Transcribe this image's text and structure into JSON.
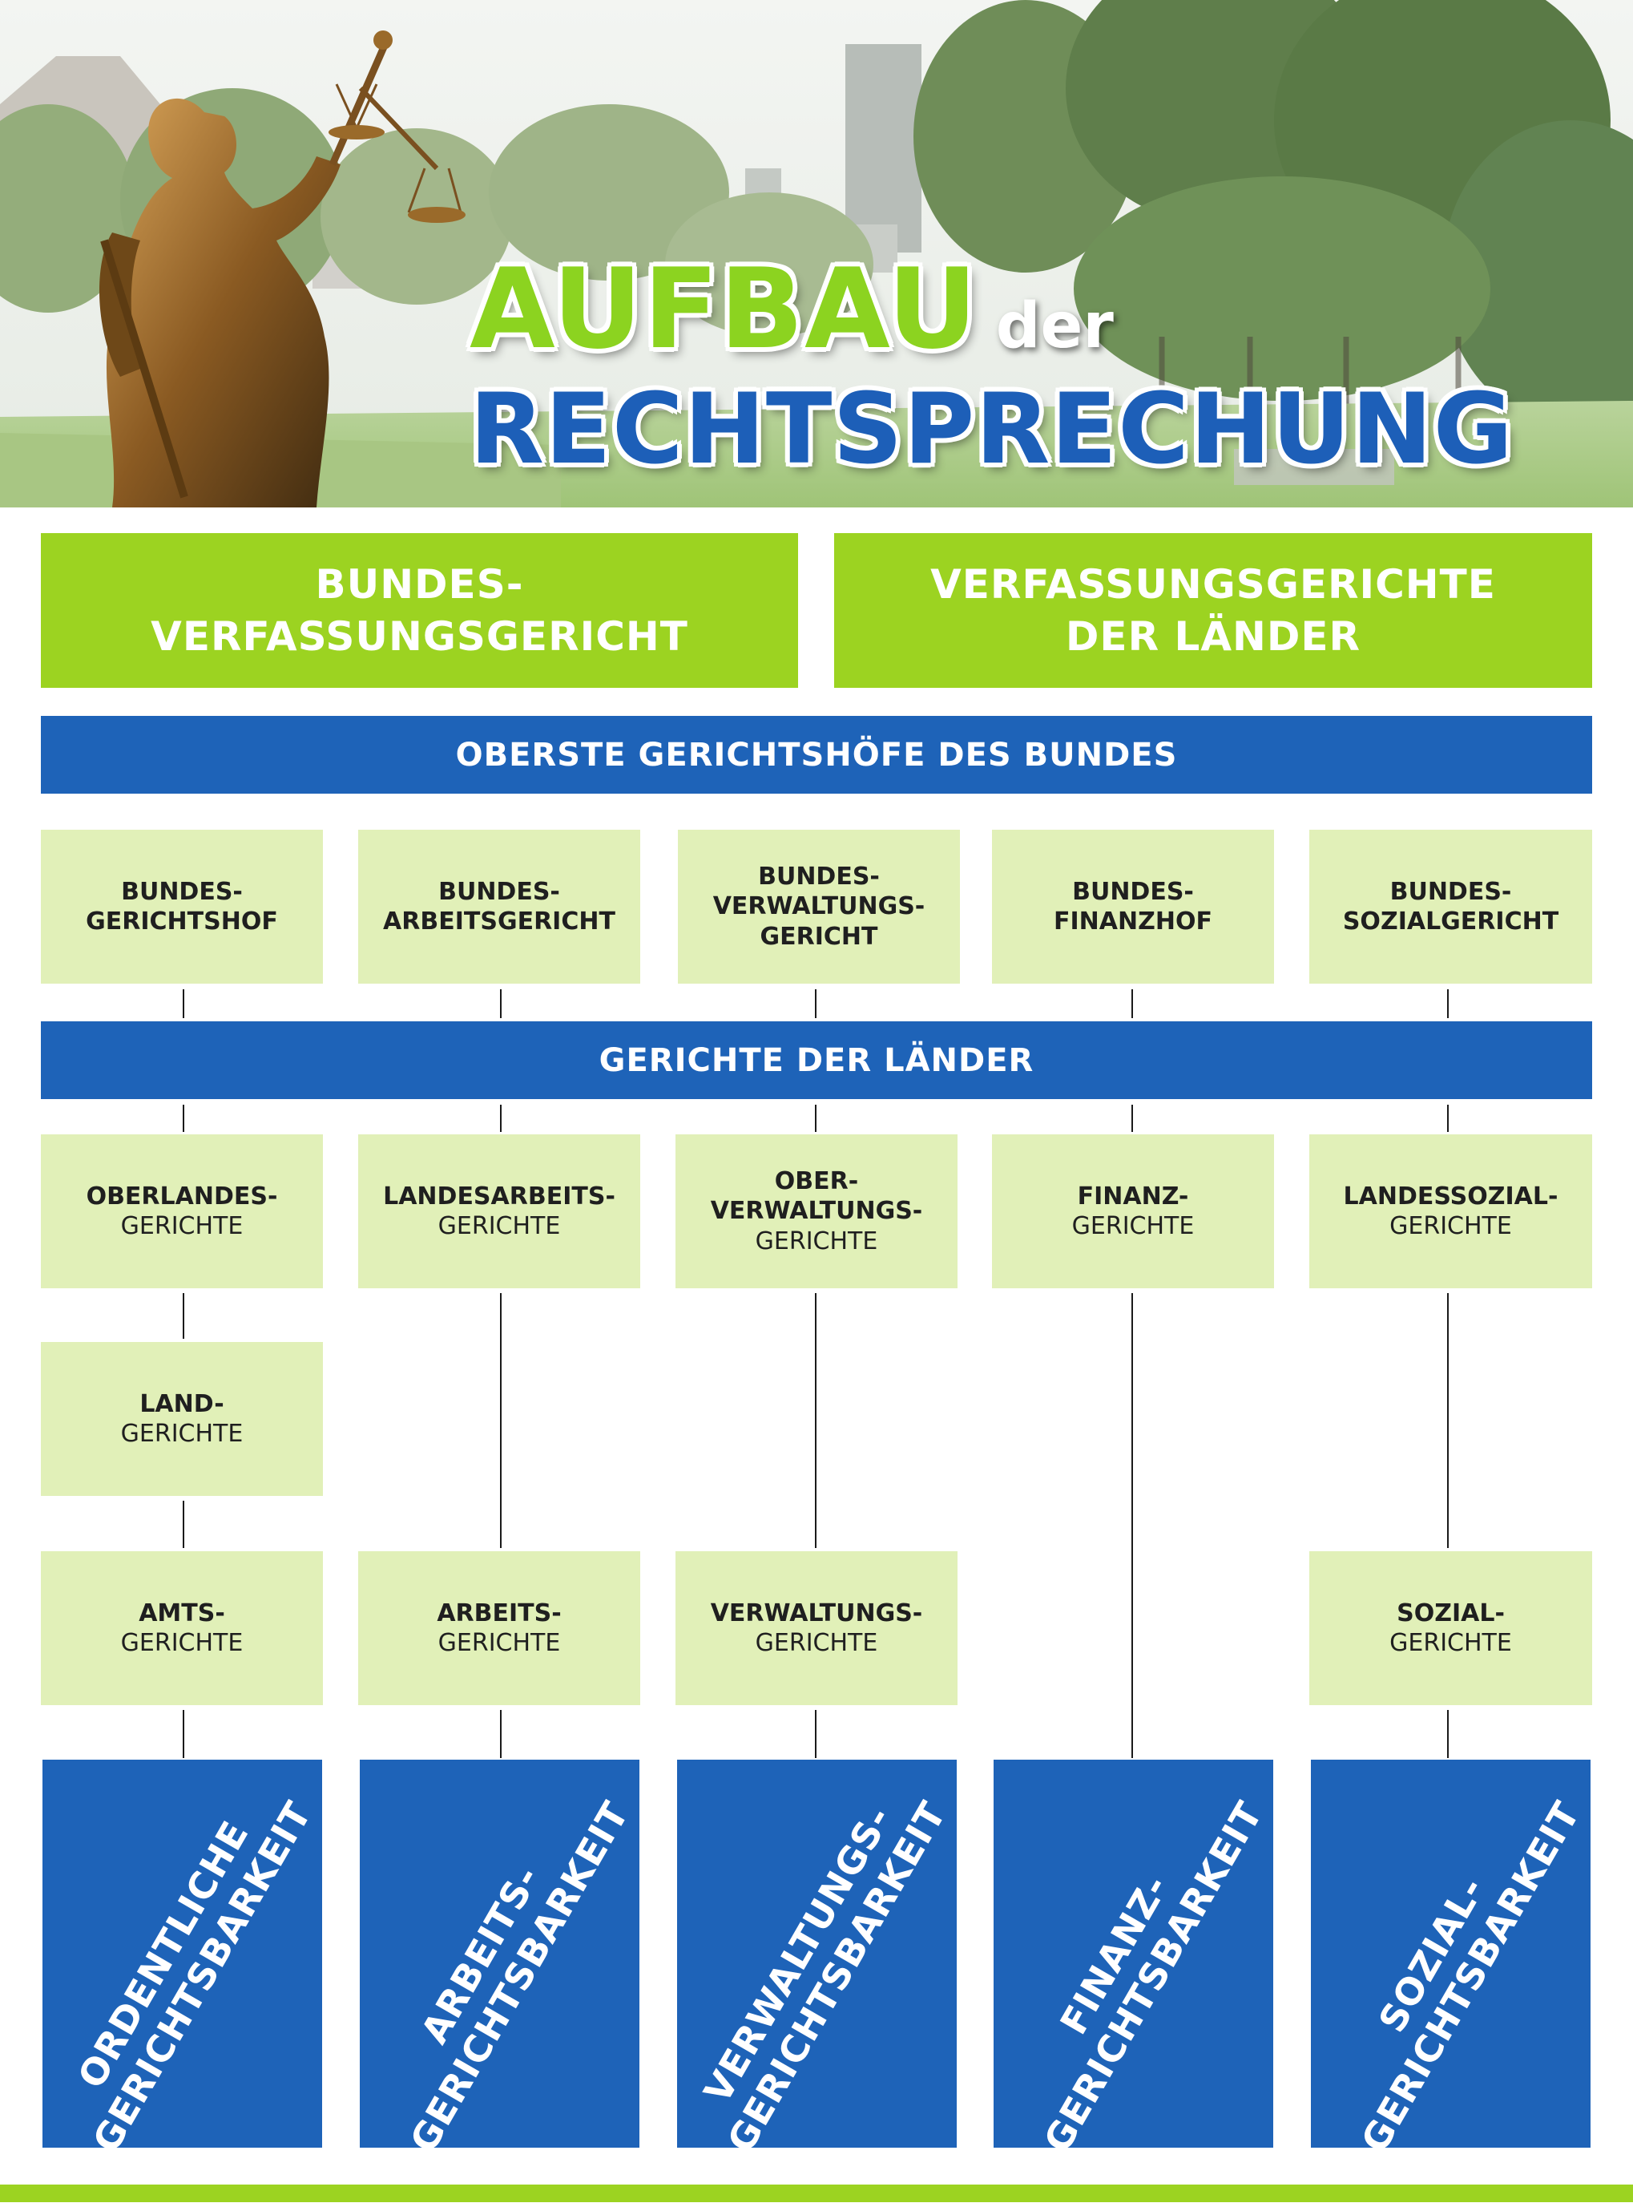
{
  "title": {
    "main": "AUFBAU",
    "connector": "der",
    "sub": "RECHTSPRECHUNG"
  },
  "colors": {
    "green": "#9cd321",
    "blue": "#1e63b8",
    "light_green": "#e1f0b8",
    "title_blue": "#1d5fb8"
  },
  "constitutional": [
    {
      "line1": "BUNDES-",
      "line2": "VERFASSUNGSGERICHT"
    },
    {
      "line1": "VERFASSUNGSGERICHTE",
      "line2": "DER LÄNDER"
    }
  ],
  "federal_bar": "OBERSTE GERICHTSHÖFE DES BUNDES",
  "federal_courts": [
    {
      "lines": [
        "BUNDES-",
        "GERICHTSHOF"
      ]
    },
    {
      "lines": [
        "BUNDES-",
        "ARBEITSGERICHT"
      ]
    },
    {
      "lines": [
        "BUNDES-",
        "VERWALTUNGS-",
        "GERICHT"
      ]
    },
    {
      "lines": [
        "BUNDES-",
        "FINANZHOF"
      ]
    },
    {
      "lines": [
        "BUNDES-",
        "SOZIALGERICHT"
      ]
    }
  ],
  "state_bar": "GERICHTE DER LÄNDER",
  "higher_courts": [
    {
      "bold": [
        "OBERLANDES-"
      ],
      "normal": "GERICHTE"
    },
    {
      "bold": [
        "LANDESARBEITS-"
      ],
      "normal": "GERICHTE"
    },
    {
      "bold": [
        "OBER-",
        "VERWALTUNGS-"
      ],
      "normal": "GERICHTE"
    },
    {
      "bold": [
        "FINANZ-"
      ],
      "normal": "GERICHTE"
    },
    {
      "bold": [
        "LANDESSOZIAL-"
      ],
      "normal": "GERICHTE"
    }
  ],
  "regional_court": {
    "bold": "LAND-",
    "normal": "GERICHTE"
  },
  "lower_courts": [
    {
      "bold": "AMTS-",
      "normal": "GERICHTE"
    },
    {
      "bold": "ARBEITS-",
      "normal": "GERICHTE"
    },
    {
      "bold": "VERWALTUNGS-",
      "normal": "GERICHTE"
    },
    {
      "bold": "SOZIAL-",
      "normal": "GERICHTE"
    }
  ],
  "jurisdictions": [
    {
      "line1": "ORDENTLICHE",
      "line2": "GERICHTSBARKEIT"
    },
    {
      "line1": "ARBEITS-",
      "line2": "GERICHTSBARKEIT"
    },
    {
      "line1": "VERWALTUNGS-",
      "line2": "GERICHTSBARKEIT"
    },
    {
      "line1": "FINANZ-",
      "line2": "GERICHTSBARKEIT"
    },
    {
      "line1": "SOZIAL-",
      "line2": "GERICHTSBARKEIT"
    }
  ]
}
